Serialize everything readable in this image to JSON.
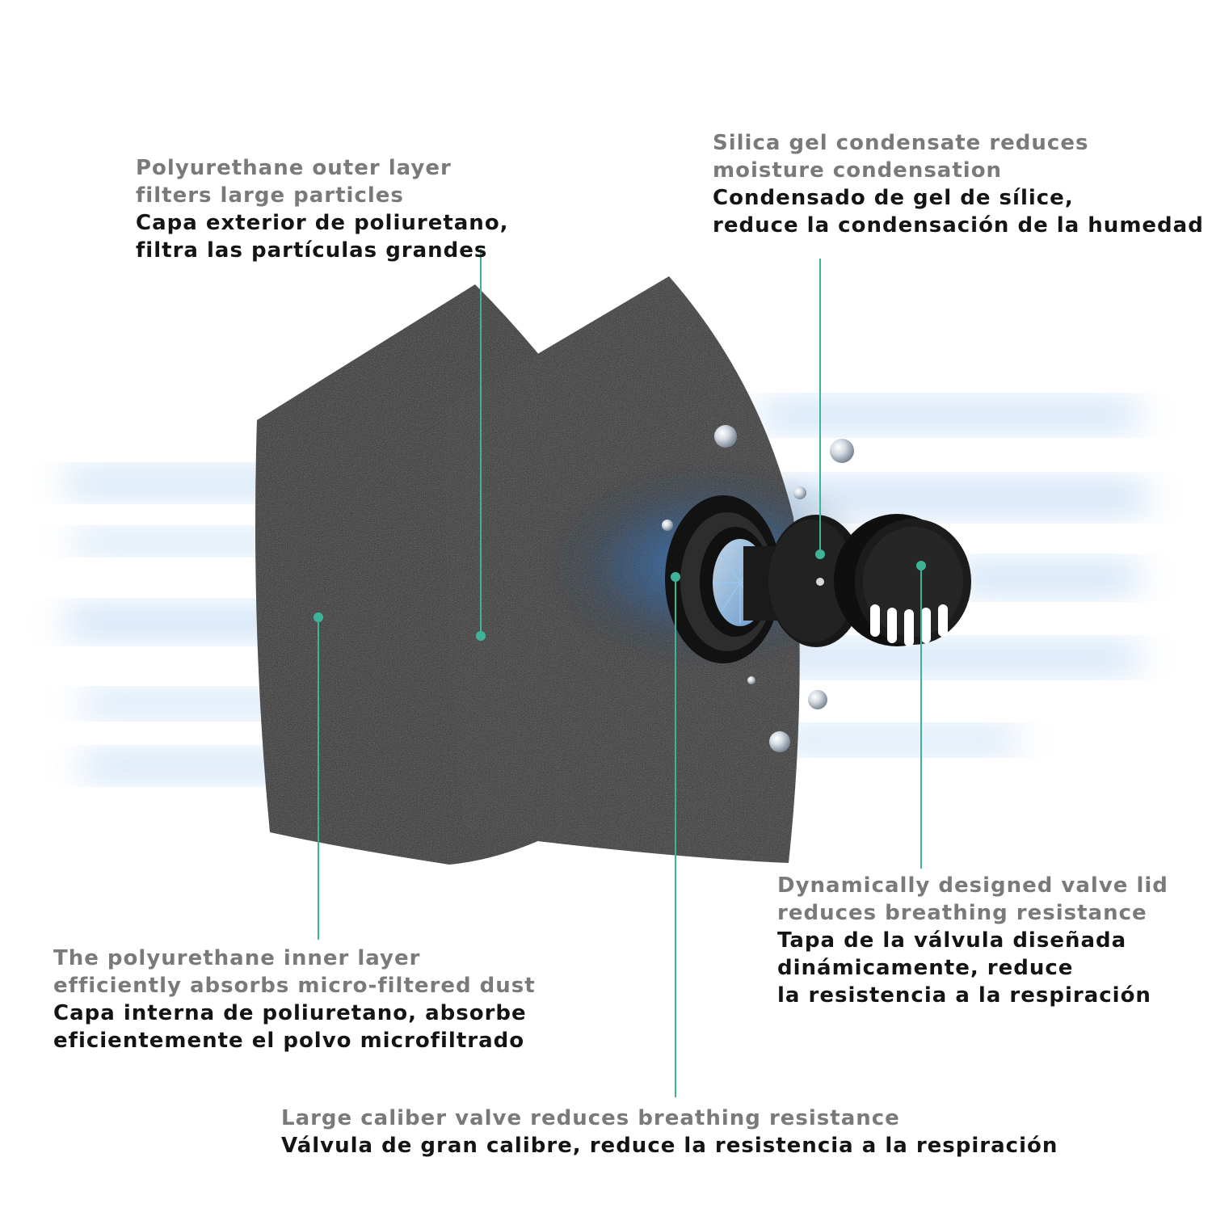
{
  "callouts": {
    "outer_layer": {
      "en": [
        "Polyurethane outer layer",
        "filters large particles"
      ],
      "es": [
        "Capa exterior de poliuretano,",
        "filtra las partículas grandes"
      ]
    },
    "silica_gel": {
      "en": [
        "Silica gel condensate reduces",
        "moisture condensation"
      ],
      "es": [
        "Condensado de gel de sílice,",
        "reduce la condensación de la humedad"
      ]
    },
    "inner_layer": {
      "en": [
        "The polyurethane inner layer",
        "efficiently absorbs micro-filtered dust"
      ],
      "es": [
        "Capa interna de poliuretano, absorbe",
        "eficientemente el polvo microfiltrado"
      ]
    },
    "valve_lid": {
      "en": [
        "Dynamically designed valve lid",
        "reduces breathing resistance"
      ],
      "es": [
        "Tapa de la válvula diseñada",
        "dinámicamente, reduce",
        "la resistencia a la respiración"
      ]
    },
    "large_valve": {
      "en": [
        "Large caliber valve reduces breathing resistance"
      ],
      "es": [
        "Válvula de gran calibre, reduce la resistencia a la respiración"
      ]
    }
  },
  "colors": {
    "pointer": "#3fb39a",
    "english_text": "#7a7a7a",
    "spanish_text": "#141414",
    "filter_pad": "#2b2b2b",
    "airflow": "#a9cdef"
  }
}
